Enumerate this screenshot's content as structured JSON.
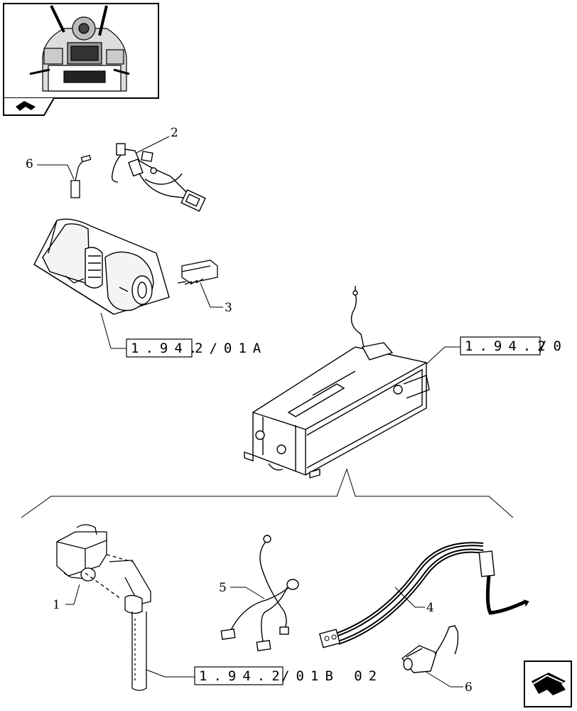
{
  "callouts": {
    "c1": "1",
    "c2": "2",
    "c3": "3",
    "c4": "4",
    "c5": "5",
    "c6a": "6",
    "c6b": "6"
  },
  "references": {
    "r1": {
      "boxed": "1.94.",
      "rest": "2/01A"
    },
    "r2": {
      "boxed": "1.94.2",
      "rest": "/0"
    },
    "r3": {
      "boxed": "1.94.2",
      "rest": "/01B 02"
    }
  },
  "icons": {
    "thumbnail": "tractor-cab-view-icon",
    "section_marker": "section-arrow-icon",
    "nav": "next-page-arrow-icon"
  },
  "colors": {
    "ink": "#000000",
    "paper": "#ffffff"
  }
}
